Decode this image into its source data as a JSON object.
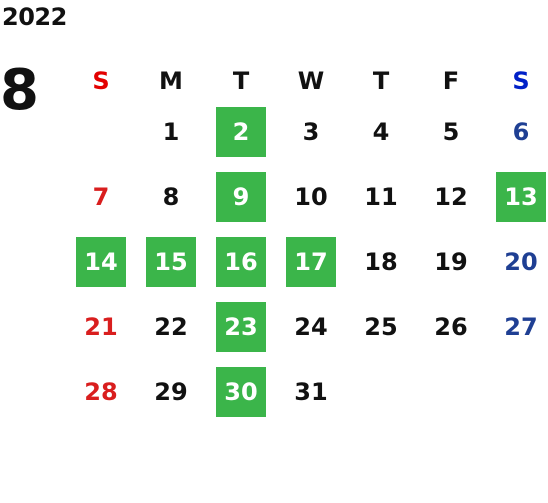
{
  "calendar": {
    "year": "2022",
    "month": "8",
    "weekdays": [
      "S",
      "M",
      "T",
      "W",
      "T",
      "F",
      "S"
    ],
    "highlight_color": "#3bb54a",
    "sunday_color": "#d91e1e",
    "saturday_color": "#1f3f93",
    "weeks": [
      [
        "",
        "1",
        "2",
        "3",
        "4",
        "5",
        "6"
      ],
      [
        "7",
        "8",
        "9",
        "10",
        "11",
        "12",
        "13"
      ],
      [
        "14",
        "15",
        "16",
        "17",
        "18",
        "19",
        "20"
      ],
      [
        "21",
        "22",
        "23",
        "24",
        "25",
        "26",
        "27"
      ],
      [
        "28",
        "29",
        "30",
        "31",
        "",
        "",
        ""
      ]
    ],
    "highlighted_days": [
      "2",
      "9",
      "13",
      "14",
      "15",
      "16",
      "17",
      "23",
      "30"
    ]
  }
}
